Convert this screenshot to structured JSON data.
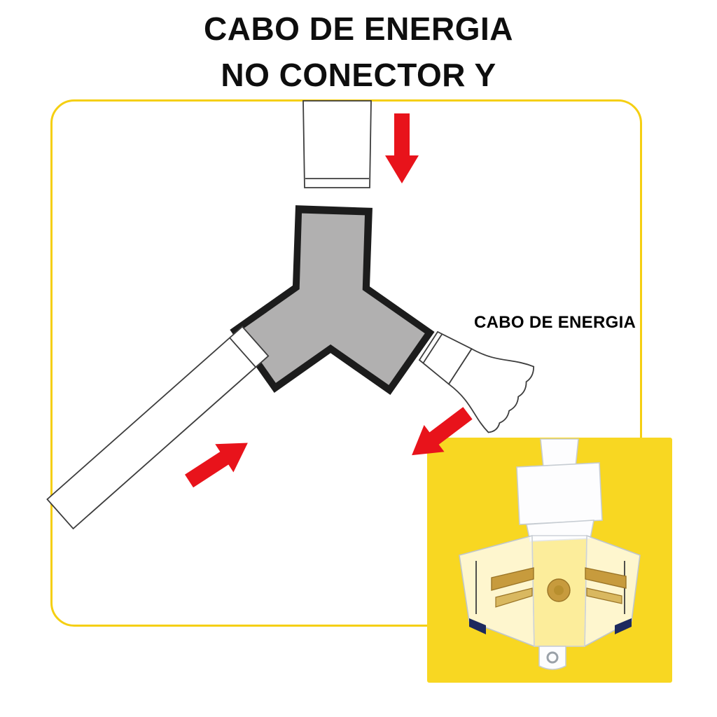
{
  "title": {
    "line1": "CABO DE ENERGIA",
    "line2": "NO CONECTOR Y"
  },
  "diagram": {
    "cable_label": "CABO DE ENERGIA",
    "connector": "Y-connector",
    "cables": [
      "top-cable",
      "left-cable",
      "right-plug"
    ],
    "arrows": [
      {
        "direction": "down",
        "target": "top cable into connector"
      },
      {
        "direction": "up-right",
        "target": "left cable into connector"
      },
      {
        "direction": "down-left",
        "target": "right plug into connector"
      }
    ]
  },
  "inset": {
    "content": "transparent Y connector product photo with brass terminals"
  },
  "colors": {
    "title_black": "#0e0e0e",
    "frame_yellow": "#F5CF12",
    "inset_yellow": "#F8D722",
    "arrow_red": "#E8131B",
    "connector_fill": "#b1b0b0",
    "connector_outline": "#1c1c1c",
    "brass": "#C79B3D",
    "navy": "#1d2a5e"
  }
}
